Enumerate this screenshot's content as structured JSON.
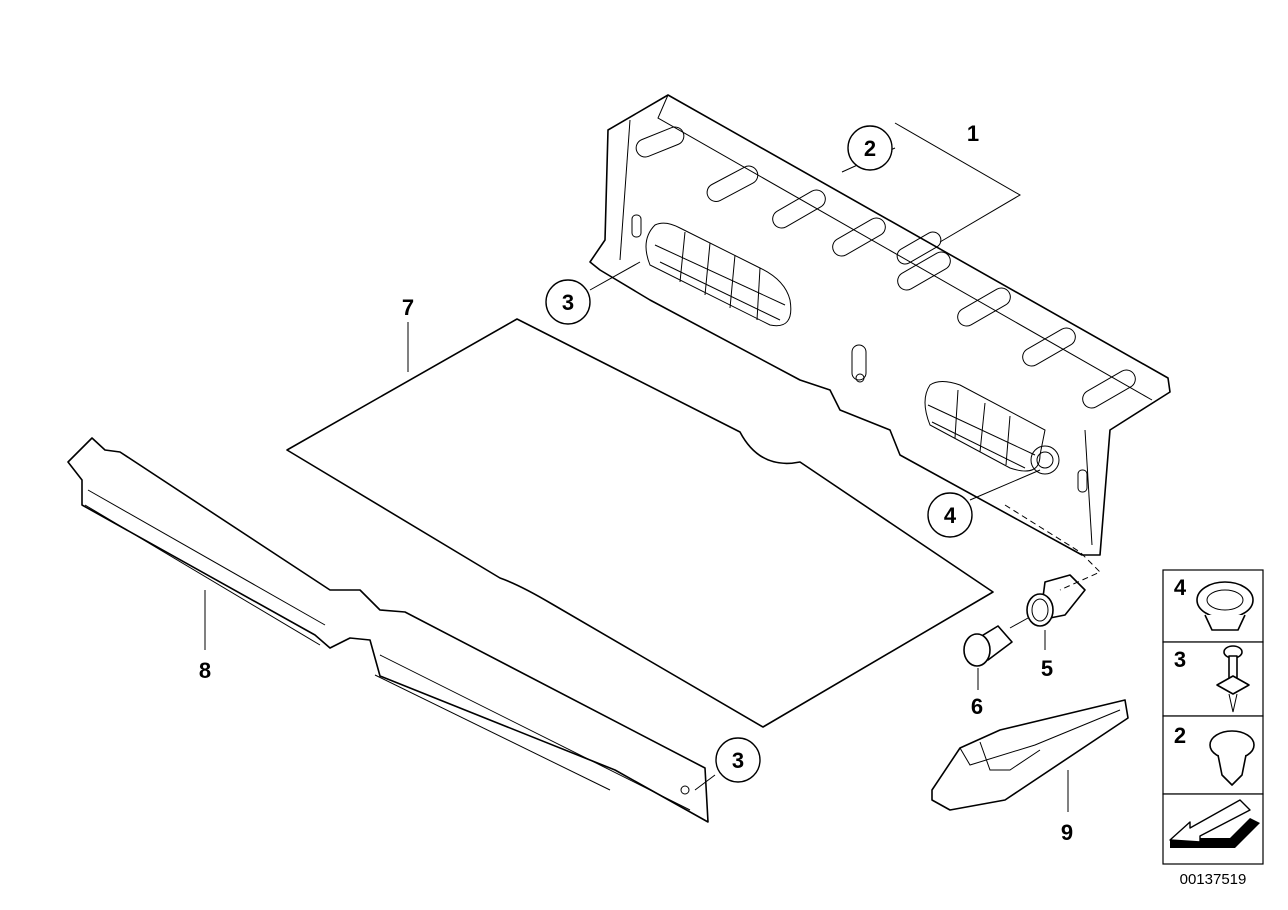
{
  "diagram": {
    "callouts": {
      "c1": "1",
      "c2": "2",
      "c3a": "3",
      "c3b": "3",
      "c4": "4",
      "c5": "5",
      "c6": "6",
      "c7": "7",
      "c8": "8",
      "c9": "9"
    },
    "legend": {
      "l4": "4",
      "l3": "3",
      "l2": "2"
    },
    "doc_id": "00137519"
  }
}
